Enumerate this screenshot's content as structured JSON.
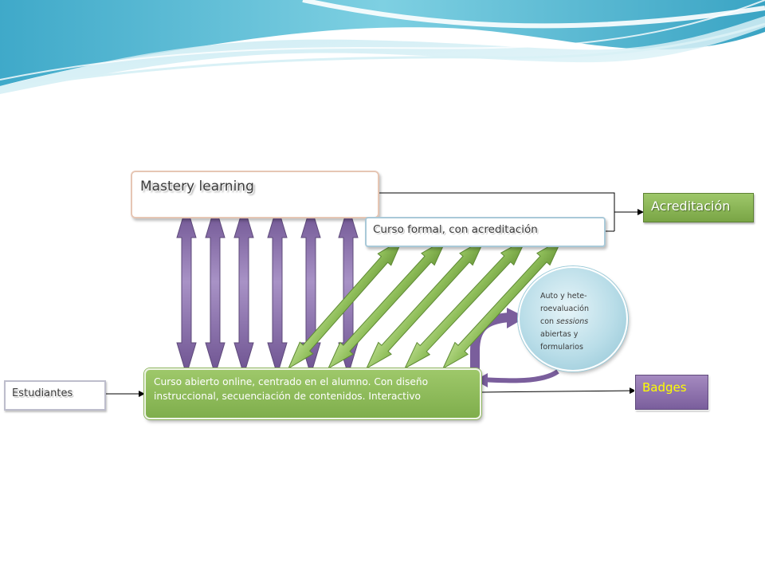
{
  "diagram": {
    "nodes": {
      "mastery": "Mastery learning",
      "curso_formal": "Curso formal, con acreditación",
      "acreditacion": "Acreditación",
      "estudiantes": "Estudiantes",
      "curso_abierto": "Curso abierto online, centrado en el alumno. Con diseño instruccional, secuenciación de contenidos. Interactivo",
      "badges": "Badges",
      "evaluacion": {
        "line1": "Auto y hete-",
        "line2": "roevaluación",
        "line3_prefix": "con ",
        "line3_em": "sessions",
        "line4": "abiertas y",
        "line5": "formularios"
      }
    },
    "colors": {
      "green": "#8bbb56",
      "purple": "#8a70aa",
      "blue": "#b9dde8",
      "badge_text": "#ffff00"
    },
    "vertical_arrow_count": 6,
    "diagonal_arrow_count": 5
  }
}
